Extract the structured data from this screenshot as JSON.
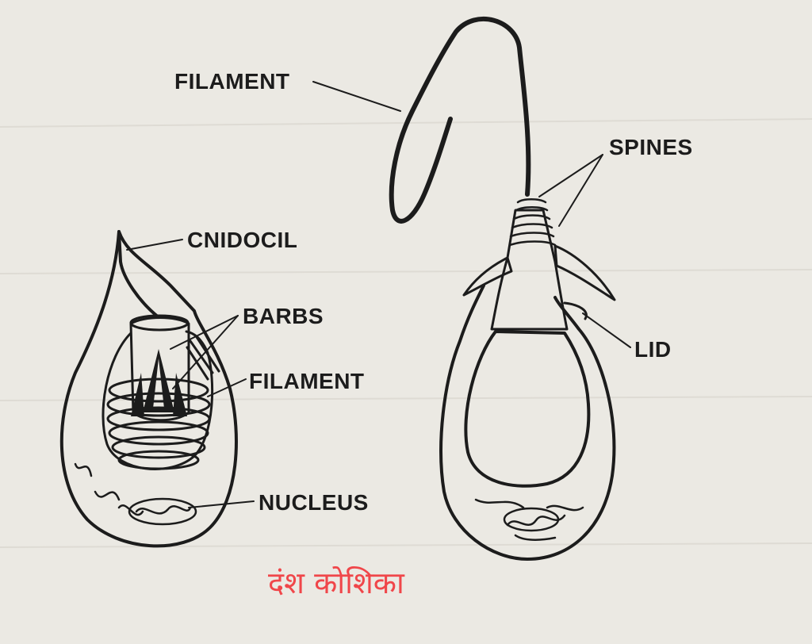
{
  "labels": {
    "filament_top": "FILAMENT",
    "spines": "SPINES",
    "cnidocil": "CNIDOCIL",
    "barbs": "BARBS",
    "filament_left": "FILAMENT",
    "lid": "LID",
    "nucleus": "NUCLEUS"
  },
  "caption": "दंश कोशिका",
  "colors": {
    "ink": "#1c1c1c",
    "caption": "#f0464a",
    "paper": "#ebe9e3",
    "stipple": "#5a5a5a"
  }
}
